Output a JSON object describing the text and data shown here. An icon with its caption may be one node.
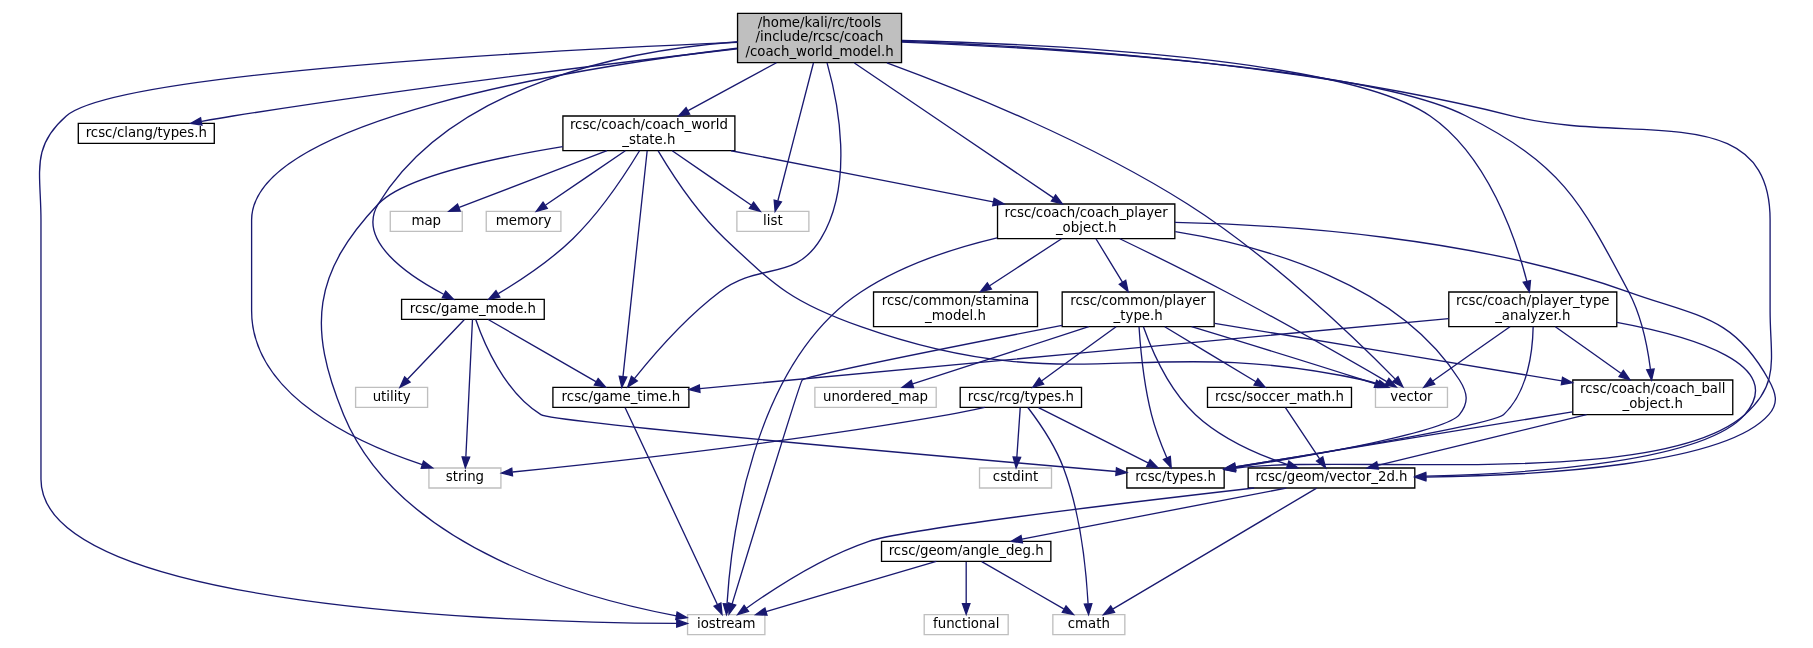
{
  "diagram": {
    "nodes": [
      {
        "text": [
          "/home/kali/rc/tools /include/rcsc/coach /coach_world_model.h"
        ]
      },
      {
        "text": [
          "rcsc/coach/coach_world _state.h"
        ]
      },
      {
        "text": [
          "rcsc/clang/types.h"
        ]
      },
      {
        "text": [
          "rcsc/coach/coach_player _object.h"
        ]
      },
      {
        "text": [
          "memory"
        ]
      },
      {
        "text": [
          "map"
        ]
      },
      {
        "text": [
          "list"
        ]
      },
      {
        "text": [
          "rcsc/coach/player_type _analyzer.h"
        ]
      },
      {
        "text": [
          "rcsc/common/stamina _model.h"
        ]
      },
      {
        "text": [
          "rcsc/common/player _type.h"
        ]
      },
      {
        "text": [
          "rcsc/game_mode.h"
        ]
      },
      {
        "text": [
          "vector"
        ]
      },
      {
        "text": [
          "rcsc/coach/coach_ball _object.h"
        ]
      },
      {
        "text": [
          "rcsc/soccer_math.h"
        ]
      },
      {
        "text": [
          "unordered_map"
        ]
      },
      {
        "text": [
          "rcsc/rcg/types.h"
        ]
      },
      {
        "text": [
          "rcsc/game_time.h"
        ]
      },
      {
        "text": [
          "utility"
        ]
      },
      {
        "text": [
          "rcsc/geom/vector_2d.h"
        ]
      },
      {
        "text": [
          "cstdint"
        ]
      },
      {
        "text": [
          "rcsc/types.h"
        ]
      },
      {
        "text": [
          "string"
        ]
      },
      {
        "text": [
          "rcsc/geom/angle_deg.h"
        ]
      },
      {
        "text": [
          "cmath"
        ]
      },
      {
        "text": [
          "functional"
        ]
      },
      {
        "text": [
          "iostream"
        ]
      }
    ],
    "edges": [
      {
        "from": 0,
        "to": 11,
        "arrow": "to"
      },
      {
        "from": 0,
        "to": 7,
        "arrow": "to"
      },
      {
        "from": 0,
        "to": 12,
        "arrow": "to"
      },
      {
        "from": 0,
        "to": 3,
        "arrow": "to"
      },
      {
        "from": 0,
        "to": 20,
        "arrow": "to"
      },
      {
        "from": 0,
        "to": 1,
        "arrow": "to"
      },
      {
        "from": 0,
        "to": 6,
        "arrow": "to"
      },
      {
        "from": 0,
        "to": 16,
        "arrow": "to"
      },
      {
        "from": 0,
        "to": 10,
        "arrow": "to"
      },
      {
        "from": 0,
        "to": 21,
        "arrow": "to"
      },
      {
        "from": 0,
        "to": 25,
        "arrow": "to"
      },
      {
        "from": 0,
        "to": 2,
        "arrow": "to"
      },
      {
        "from": 1,
        "to": 3,
        "arrow": "to"
      },
      {
        "from": 1,
        "to": 11,
        "arrow": "to"
      },
      {
        "from": 1,
        "to": 4,
        "arrow": "to"
      },
      {
        "from": 1,
        "to": 5,
        "arrow": "to"
      },
      {
        "from": 1,
        "to": 25,
        "arrow": "to"
      },
      {
        "from": 1,
        "to": 16,
        "arrow": "to"
      },
      {
        "from": 1,
        "to": 10,
        "arrow": "to"
      },
      {
        "from": 1,
        "to": 6,
        "arrow": "to"
      },
      {
        "from": 3,
        "to": 11,
        "arrow": "to"
      },
      {
        "from": 3,
        "to": 18,
        "arrow": "to"
      },
      {
        "from": 3,
        "to": 8,
        "arrow": "to"
      },
      {
        "from": 3,
        "to": 9,
        "arrow": "to"
      },
      {
        "from": 3,
        "to": 20,
        "arrow": "to"
      },
      {
        "from": 3,
        "to": 25,
        "arrow": "to"
      },
      {
        "from": 7,
        "to": 18,
        "arrow": "to"
      },
      {
        "from": 7,
        "to": 20,
        "arrow": "to"
      },
      {
        "from": 7,
        "to": 11,
        "arrow": "to"
      },
      {
        "from": 7,
        "to": 12,
        "arrow": "to"
      },
      {
        "from": 7,
        "to": 16,
        "arrow": "to"
      },
      {
        "from": 9,
        "to": 11,
        "arrow": "to"
      },
      {
        "from": 9,
        "to": 12,
        "arrow": "to"
      },
      {
        "from": 9,
        "to": 18,
        "arrow": "to"
      },
      {
        "from": 9,
        "to": 13,
        "arrow": "to"
      },
      {
        "from": 9,
        "to": 14,
        "arrow": "to"
      },
      {
        "from": 9,
        "to": 15,
        "arrow": "to"
      },
      {
        "from": 9,
        "to": 20,
        "arrow": "to"
      },
      {
        "from": 9,
        "to": 25,
        "arrow": "to"
      },
      {
        "from": 10,
        "to": 16,
        "arrow": "to"
      },
      {
        "from": 10,
        "to": 20,
        "arrow": "to"
      },
      {
        "from": 10,
        "to": 17,
        "arrow": "to"
      },
      {
        "from": 10,
        "to": 21,
        "arrow": "to"
      },
      {
        "from": 12,
        "to": 18,
        "arrow": "to"
      },
      {
        "from": 12,
        "to": 20,
        "arrow": "to"
      },
      {
        "from": 13,
        "to": 18,
        "arrow": "to"
      },
      {
        "from": 15,
        "to": 23,
        "arrow": "to"
      },
      {
        "from": 15,
        "to": 19,
        "arrow": "to"
      },
      {
        "from": 15,
        "to": 20,
        "arrow": "to"
      },
      {
        "from": 15,
        "to": 21,
        "arrow": "to"
      },
      {
        "from": 16,
        "to": 25,
        "arrow": "to"
      },
      {
        "from": 18,
        "to": 22,
        "arrow": "to"
      },
      {
        "from": 18,
        "to": 23,
        "arrow": "to"
      },
      {
        "from": 18,
        "to": 25,
        "arrow": "to"
      },
      {
        "from": 22,
        "to": 23,
        "arrow": "to"
      },
      {
        "from": 22,
        "to": 24,
        "arrow": "to"
      },
      {
        "from": 22,
        "to": 25,
        "arrow": "to"
      }
    ]
  }
}
